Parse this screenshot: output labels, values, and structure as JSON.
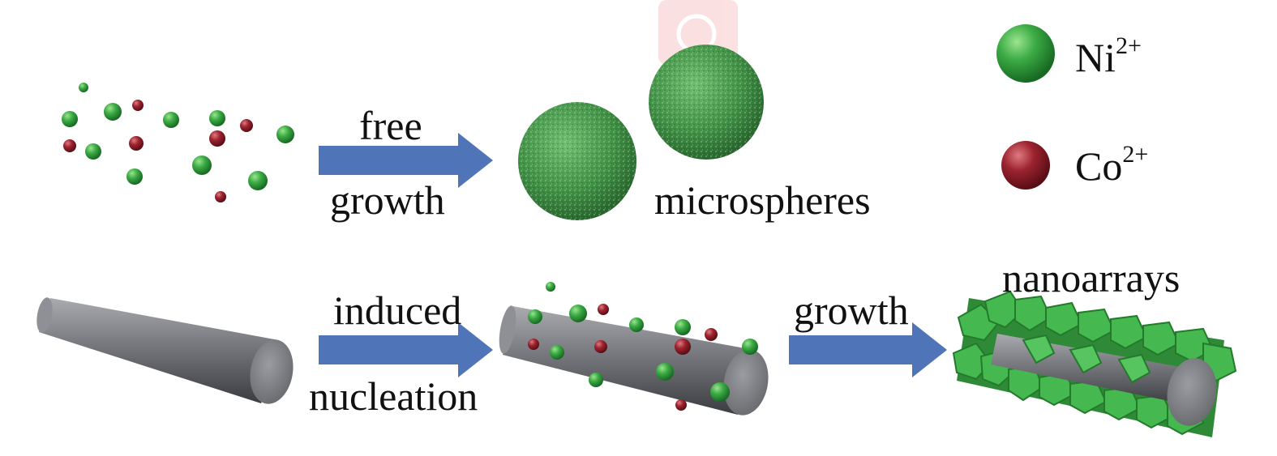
{
  "legend": {
    "ni": {
      "base": "Ni",
      "charge": "2+",
      "color": "#2e9a3e"
    },
    "co": {
      "base": "Co",
      "charge": "2+",
      "color": "#8a1f2a"
    }
  },
  "top_row": {
    "arrow_label_top": "free",
    "arrow_label_bottom": "growth",
    "product_label": "microspheres"
  },
  "bottom_row": {
    "arrow1_label_top": "induced",
    "arrow1_label_bottom": "nucleation",
    "arrow2_label": "growth",
    "product_label": "nanoarrays"
  },
  "colors": {
    "arrow": "#4f74b8",
    "rod": "#76787d",
    "nano": "#3fb54a",
    "text": "#111111"
  }
}
